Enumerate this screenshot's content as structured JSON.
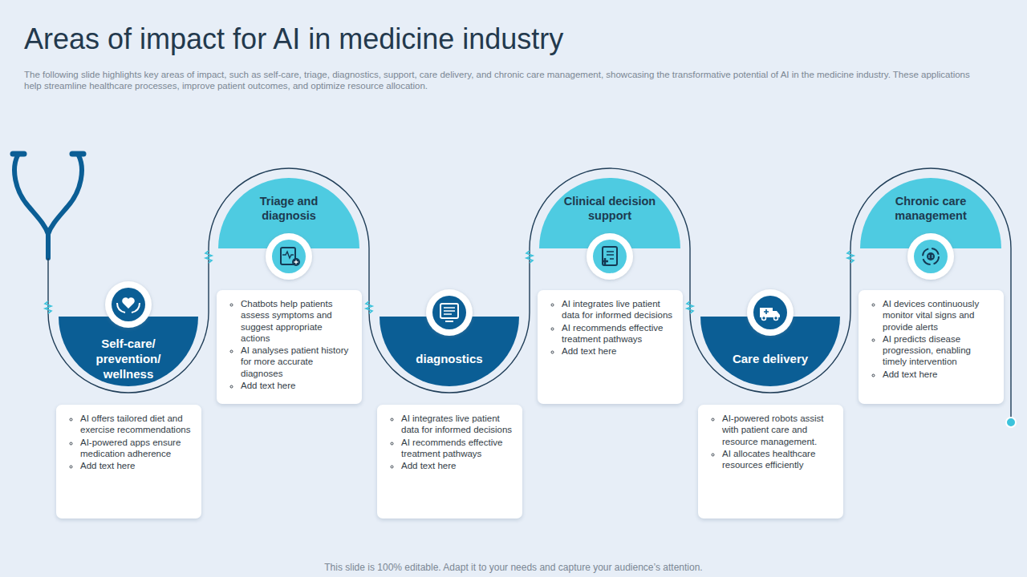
{
  "diagram": {
    "title": "Areas of impact for AI in medicine industry",
    "caption": "This slide is 100% editable. Adapt it to your needs and capture your audience’s attention.",
    "nodes": [
      {
        "text": [
          "Self-care/ prevention/ wellness"
        ]
      },
      {
        "text": [
          "AI offers tailored diet and exercise recommendations",
          "AI-powered apps ensure medication adherence",
          "Add text here"
        ]
      },
      {
        "text": [
          "Triage and diagnosis"
        ]
      },
      {
        "text": [
          "Chatbots help patients assess symptoms and suggest appropriate actions",
          "AI analyses patient history for more accurate diagnoses",
          "Add text here"
        ]
      },
      {
        "text": [
          "diagnostics"
        ]
      },
      {
        "text": [
          "AI integrates live patient data for informed decisions",
          "AI recommends effective treatment pathways",
          "Add text here"
        ]
      },
      {
        "text": [
          "Clinical decision support"
        ]
      },
      {
        "text": [
          "AI integrates live patient data for informed decisions",
          "AI recommends effective treatment pathways",
          "Add text here"
        ]
      },
      {
        "text": [
          "Care delivery"
        ]
      },
      {
        "text": [
          "AI-powered robots assist with patient care and resource management.",
          "AI allocates healthcare resources efficiently"
        ]
      },
      {
        "text": [
          "Chronic care management"
        ]
      },
      {
        "text": [
          "AI devices continuously monitor vital signs and provide alerts",
          "AI predicts disease progression, enabling timely intervention",
          "Add text here"
        ]
      }
    ],
    "labels": [
      "The following slide highlights key areas of impact, such as self-care, triage, diagnostics, support, care delivery,  and chronic care management, showcasing the transformative potential of AI in the medicine industry. These applications help streamline healthcare processes, improve patient outcomes, and optimize resource allocation."
    ]
  }
}
